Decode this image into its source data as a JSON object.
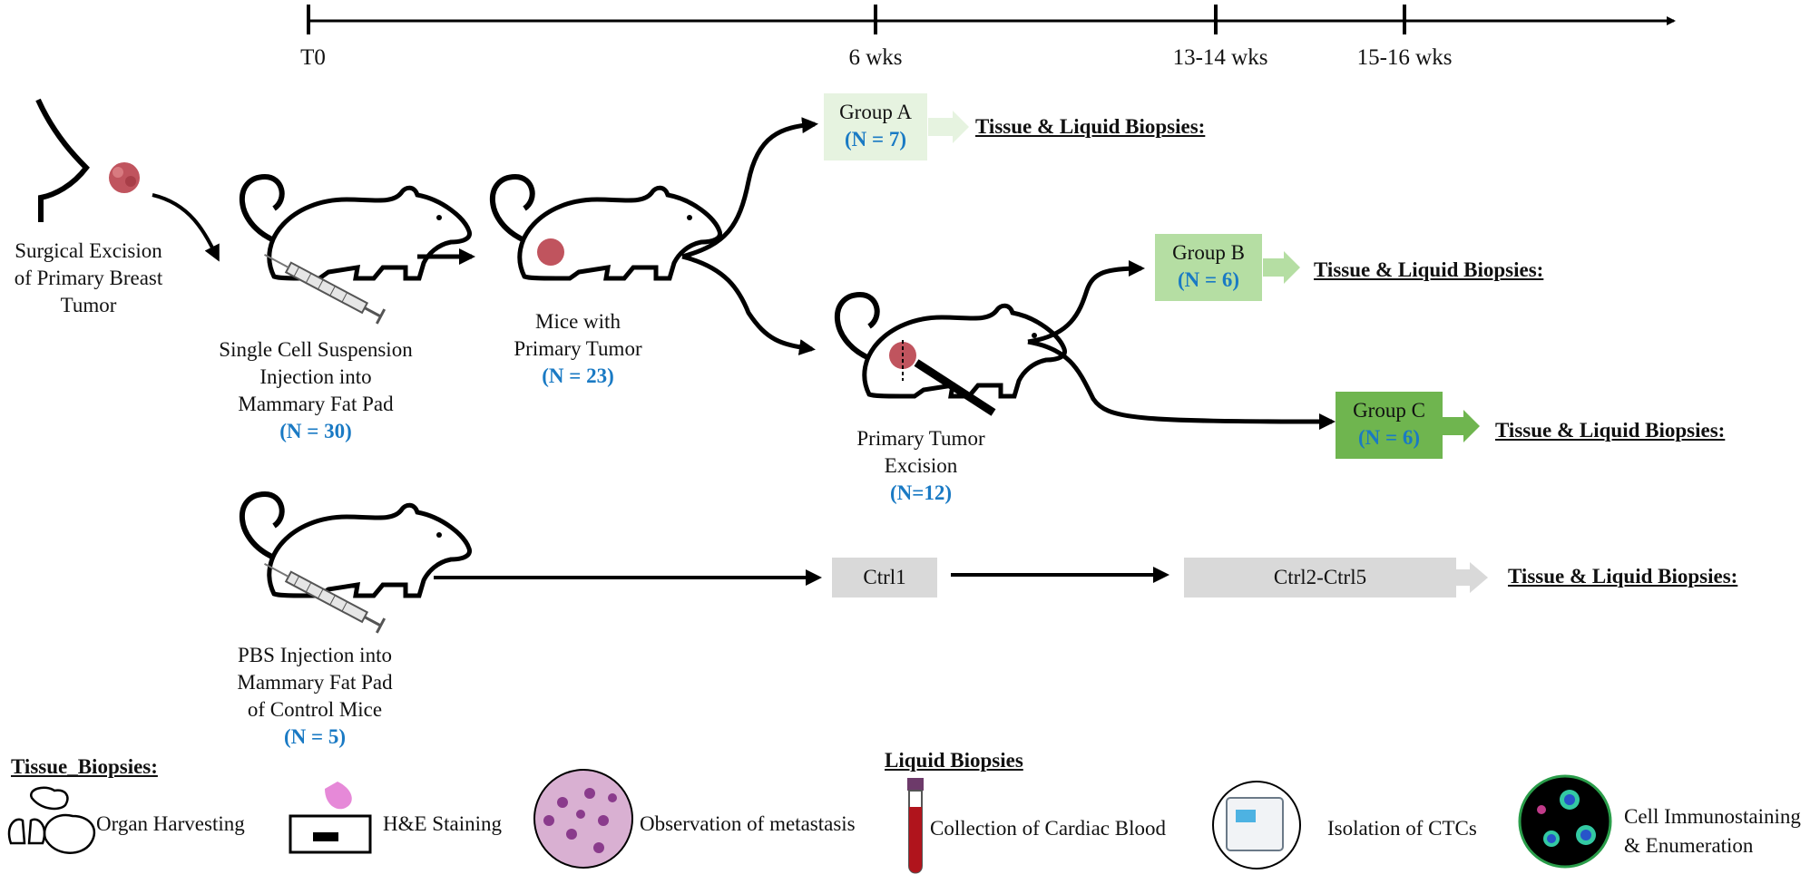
{
  "timeline": {
    "ticks": [
      "T0",
      "6 wks",
      "13-14 wks",
      "15-16 wks"
    ]
  },
  "excision": {
    "line1": "Surgical Excision",
    "line2": "of Primary Breast",
    "line3": "Tumor"
  },
  "injection": {
    "line1": "Single Cell Suspension",
    "line2": "Injection into",
    "line3": "Mammary Fat Pad",
    "n": "(N = 30)"
  },
  "primary": {
    "line1": "Mice with",
    "line2": "Primary Tumor",
    "n": "(N = 23)"
  },
  "tumor_excision": {
    "line1": "Primary Tumor",
    "line2": "Excision",
    "n": "(N=12)"
  },
  "control": {
    "line1": "PBS Injection into",
    "line2": "Mammary Fat Pad",
    "line3": "of Control Mice",
    "n": "(N = 5)"
  },
  "groups": [
    {
      "name": "Group A",
      "n": "(N = 7)",
      "color": "#e6f3e0"
    },
    {
      "name": "Group B",
      "n": "(N = 6)",
      "color": "#b5dea3"
    },
    {
      "name": "Group C",
      "n": "(N = 6)",
      "color": "#6fb54f"
    }
  ],
  "ctrl": {
    "ctrl1": "Ctrl1",
    "ctrl2": "Ctrl2-Ctrl5",
    "color": "#d9d9d9"
  },
  "biopsies_label": "Tissue & Liquid Biopsies:",
  "legend": {
    "tissue_title": "Tissue_Biopsies:",
    "liquid_title": "Liquid Biopsies",
    "organ": "Organ Harvesting",
    "he": "H&E Staining",
    "observation": "Observation of metastasis",
    "blood": "Collection of Cardiac Blood",
    "isolation": "Isolation of CTCs",
    "immuno1": "Cell Immunostaining",
    "immuno2": "& Enumeration"
  },
  "colors": {
    "n_text": "#1a7ac4",
    "tumor": "#c0545e",
    "blood": "#b0141c"
  }
}
